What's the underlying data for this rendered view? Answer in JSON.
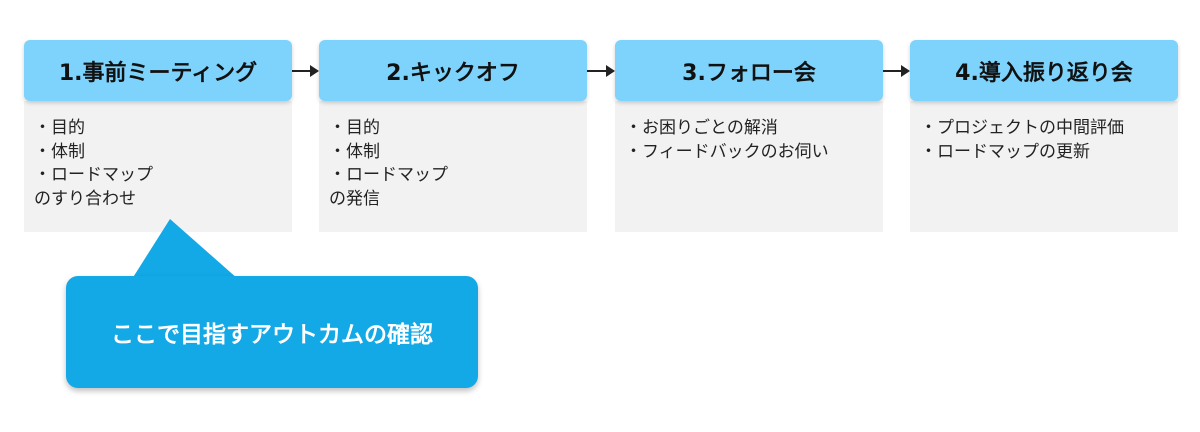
{
  "steps": [
    {
      "title": "1.事前ミーティング",
      "items": [
        "・目的",
        "・体制",
        "・ロードマップ",
        "のすり合わせ"
      ]
    },
    {
      "title": "2.キックオフ",
      "items": [
        "・目的",
        "・体制",
        "・ロードマップ",
        "の発信"
      ]
    },
    {
      "title": "3.フォロー会",
      "items": [
        "・お困りごとの解消",
        "・フィードバックのお伺い"
      ]
    },
    {
      "title": "4.導入振り返り会",
      "items": [
        "・プロジェクトの中間評価",
        "・ロードマップの更新"
      ]
    }
  ],
  "callout": {
    "text": "ここで目指すアウトカムの確認"
  },
  "colors": {
    "header": "#7dd3fb",
    "body": "#f2f2f2",
    "callout": "#13a8e6"
  }
}
